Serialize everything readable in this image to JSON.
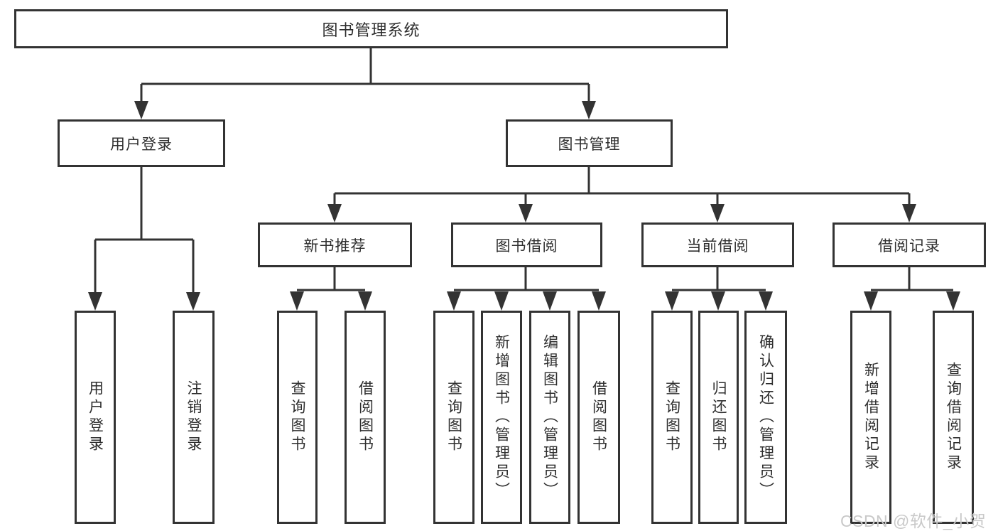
{
  "colors": {
    "line": "#333333",
    "text": "#2e2e2e",
    "watermark": "#c9c9c9",
    "background": "#ffffff"
  },
  "watermark": {
    "text": "CSDN @软件_小贺同学"
  },
  "hierarchy": {
    "label": "图书管理系统",
    "children": [
      {
        "label": "用户登录",
        "children": [
          {
            "label": "用户登录"
          },
          {
            "label": "注销登录"
          }
        ]
      },
      {
        "label": "图书管理",
        "children": [
          {
            "label": "新书推荐",
            "children": [
              {
                "label": "查询图书"
              },
              {
                "label": "借阅图书"
              }
            ]
          },
          {
            "label": "图书借阅",
            "children": [
              {
                "label": "查询图书"
              },
              {
                "label": "新增图书（管理员）"
              },
              {
                "label": "编辑图书（管理员）"
              },
              {
                "label": "借阅图书"
              }
            ]
          },
          {
            "label": "当前借阅",
            "children": [
              {
                "label": "查询图书"
              },
              {
                "label": "归还图书"
              },
              {
                "label": "确认归还（管理员）"
              }
            ]
          },
          {
            "label": "借阅记录",
            "children": [
              {
                "label": "新增借阅记录"
              },
              {
                "label": "查询借阅记录"
              }
            ]
          }
        ]
      }
    ]
  }
}
